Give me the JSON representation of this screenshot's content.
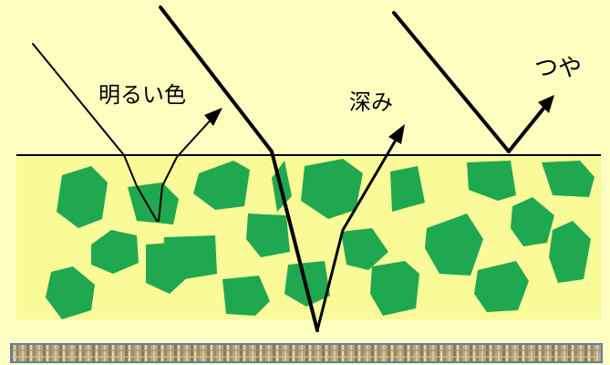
{
  "labels": {
    "bright_color": "明るい色",
    "depth": "深み",
    "gloss": "つや"
  },
  "colors": {
    "background": "#FFFFC2",
    "coating_layer": "#FAFA98",
    "pigment": "#1FA84F",
    "line": "#000000",
    "substrate": "#B8A57E",
    "substrate_border": "#5A7FB0"
  },
  "icons": {
    "arrowhead": "arrowhead-icon"
  }
}
